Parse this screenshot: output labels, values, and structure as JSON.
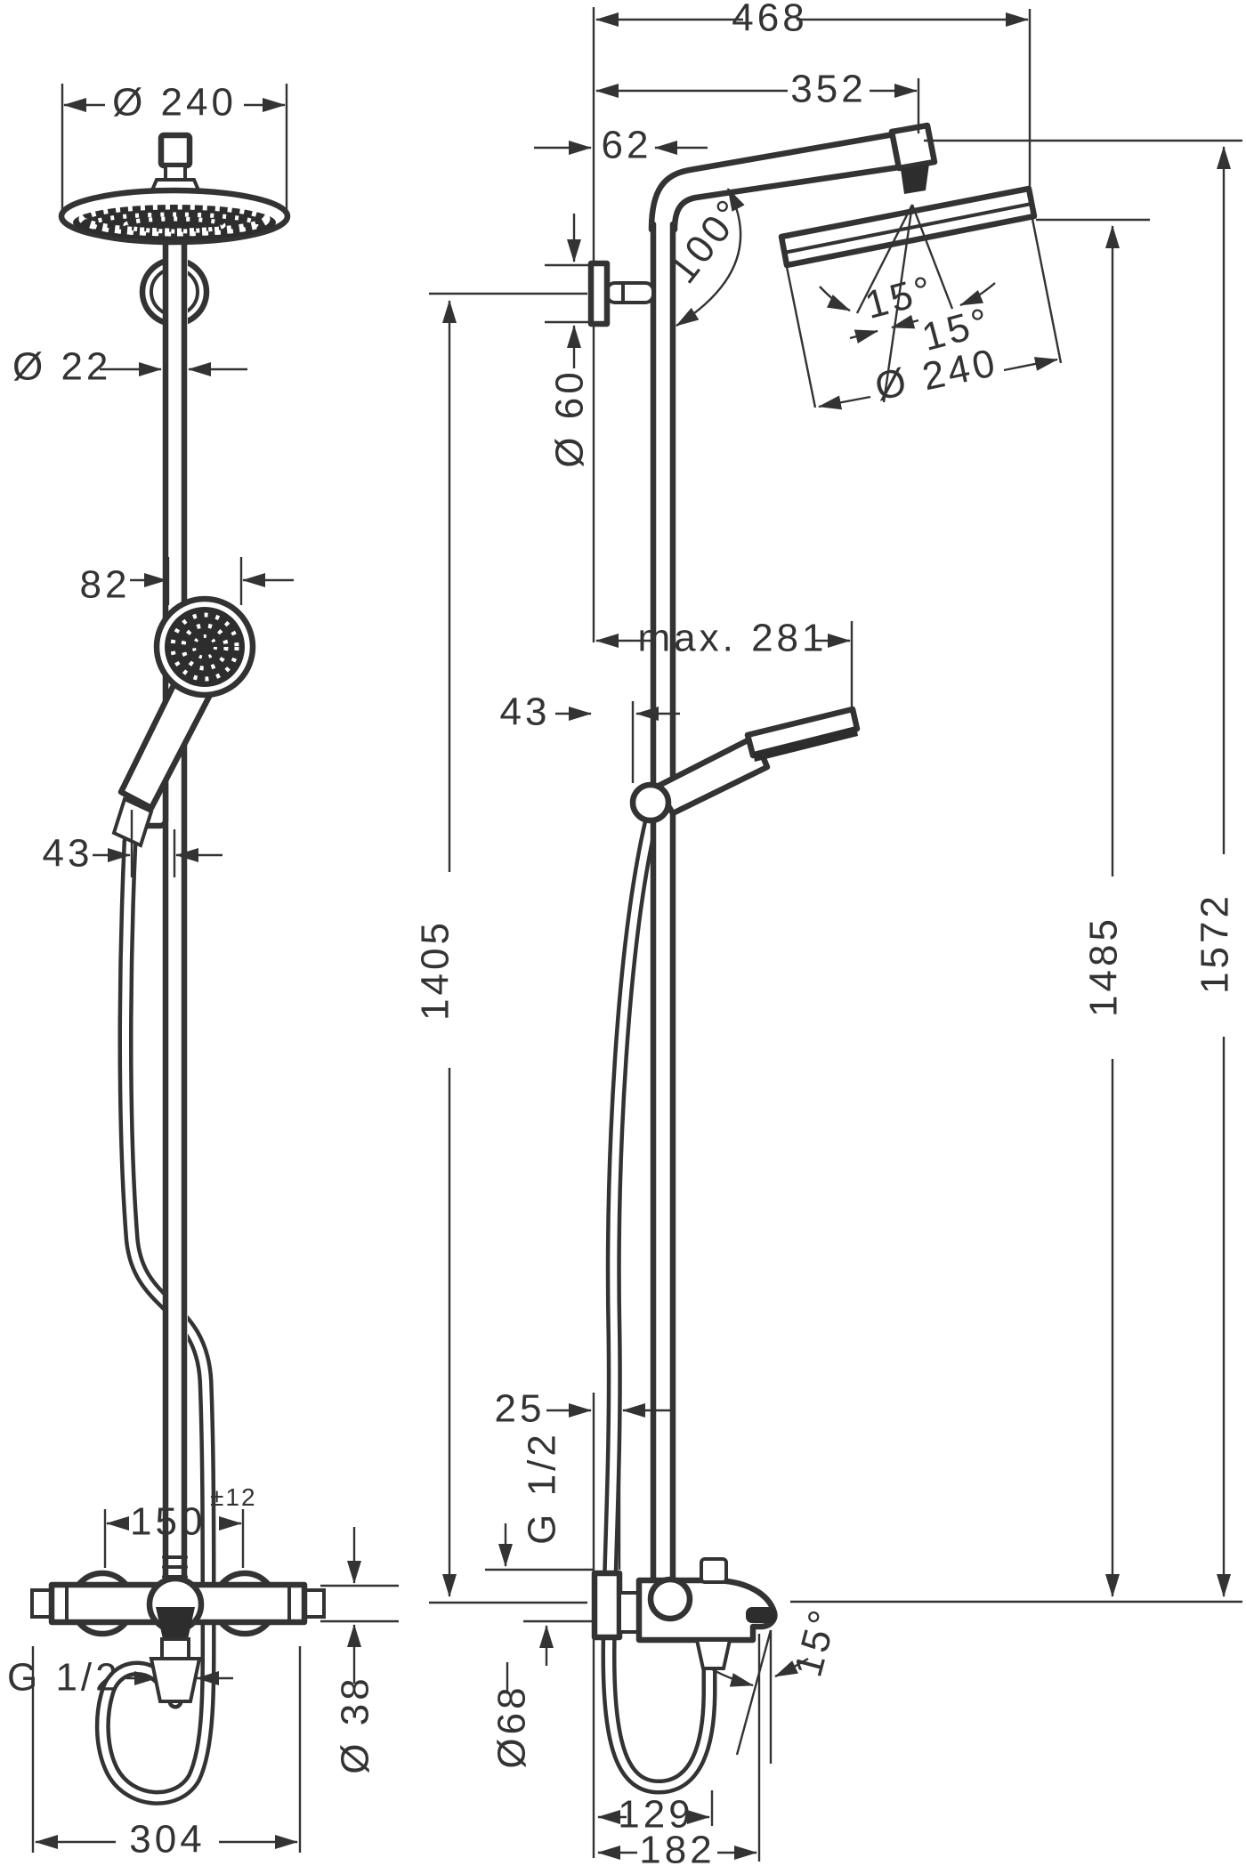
{
  "drawing_type": "technical dimensional drawing, shower system (front and side view)",
  "colors": {
    "ink": "#333333",
    "background": "#ffffff"
  },
  "front_view": {
    "head_diameter": "Ø 240",
    "pipe_diameter": "Ø 22",
    "handshower_width": "82",
    "holder_offset": "43",
    "supply_centers": "150",
    "supply_tolerance": "±12",
    "connection_thread": "G 1/2",
    "valve_body_diameter": "Ø 38",
    "valve_width": "304"
  },
  "side_view": {
    "total_reach": "468",
    "arm_reach": "352",
    "wall_offset": "62",
    "flange_diameter": "Ø 60",
    "arm_angle": "100°",
    "head_tilt_left": "15°",
    "head_tilt_right": "15°",
    "head_diameter": "Ø 240",
    "max_handshower_reach": "max. 281",
    "holder_offset": "43",
    "rail_height": "1405",
    "head_face_height": "1485",
    "overall_height": "1572",
    "escutcheon_depth": "25",
    "connection_thread": "G 1/2",
    "hose_loop_diameter": "Ø68",
    "loop_reach": "129",
    "spout_reach": "182",
    "spout_angle": "15°"
  }
}
